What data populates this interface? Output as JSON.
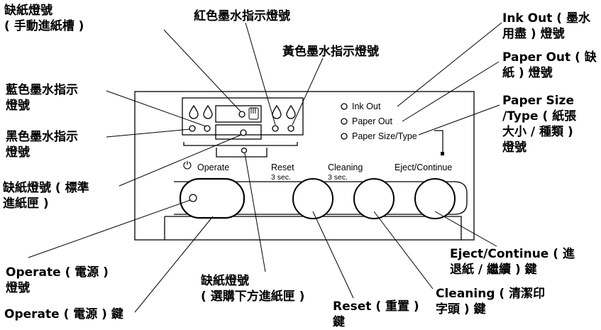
{
  "callouts": {
    "paper_out_manual": "缺紙燈號\n( 手動進紙槽 )",
    "red_ink": "紅色墨水指示燈號",
    "yellow_ink": "黃色墨水指示燈號",
    "ink_out": "Ink Out ( 墨水\n用盡 ) 燈號",
    "paper_out": "Paper Out ( 缺\n紙 ) 燈號",
    "paper_size_type": "Paper Size\n/Type ( 紙張\n大小 / 種類 )\n燈號",
    "blue_ink": "藍色墨水指示\n燈號",
    "black_ink": "黑色墨水指示\n燈號",
    "paper_out_standard": "缺紙燈號 ( 標準\n進紙匣 )",
    "operate_light": "Operate ( 電源 )\n燈號",
    "operate_button": "Operate ( 電源 ) 鍵",
    "paper_out_lower": "缺紙燈號\n( 選購下方進紙匣 )",
    "reset_button": "Reset ( 重置 )\n鍵",
    "cleaning_button": "Cleaning ( 清潔印\n字頭 ) 鍵",
    "eject_button": "Eject/Continue ( 進\n退紙 / 繼續 ) 鍵"
  },
  "panel": {
    "ink_out_label": "Ink Out",
    "paper_out_label": "Paper Out",
    "paper_size_label": "Paper Size/Type",
    "operate_label": "Operate",
    "power_symbol": "⏻",
    "reset_label": "Reset",
    "reset_sub": "3 sec.",
    "cleaning_label": "Cleaning",
    "cleaning_sub": "3 sec.",
    "eject_label": "Eject/Continue"
  },
  "icons": {
    "drop": "ink-drop-icon",
    "hand": "manual-feed-hand-icon",
    "power": "power-icon"
  }
}
